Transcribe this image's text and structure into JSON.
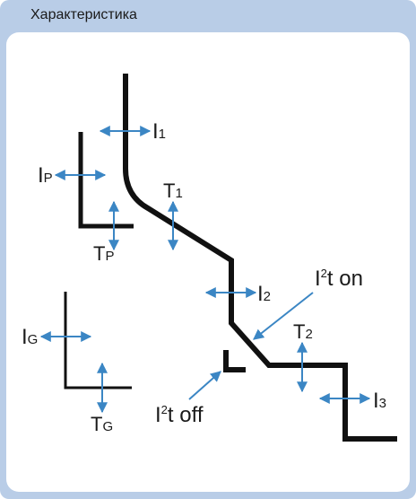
{
  "header": {
    "title": "Характеристика"
  },
  "labels": {
    "i1": {
      "main": "I",
      "sub": "1"
    },
    "ip": {
      "main": "I",
      "sub": "P"
    },
    "t1": {
      "main": "T",
      "sub": "1"
    },
    "tp": {
      "main": "T",
      "sub": "P"
    },
    "i2": {
      "main": "I",
      "sub": "2"
    },
    "i2t_on": {
      "pre": "I",
      "sup": "2",
      "post": "t on"
    },
    "t2": {
      "main": "T",
      "sub": "2"
    },
    "i3": {
      "main": "I",
      "sub": "3"
    },
    "ig": {
      "main": "I",
      "sub": "G"
    },
    "tg": {
      "main": "T",
      "sub": "G"
    },
    "i2t_off": {
      "pre": "I",
      "sup": "2",
      "post": "t off"
    }
  },
  "colors": {
    "curve": "#111111",
    "arrow": "#3b86c4",
    "panel": "#b9cde7"
  }
}
